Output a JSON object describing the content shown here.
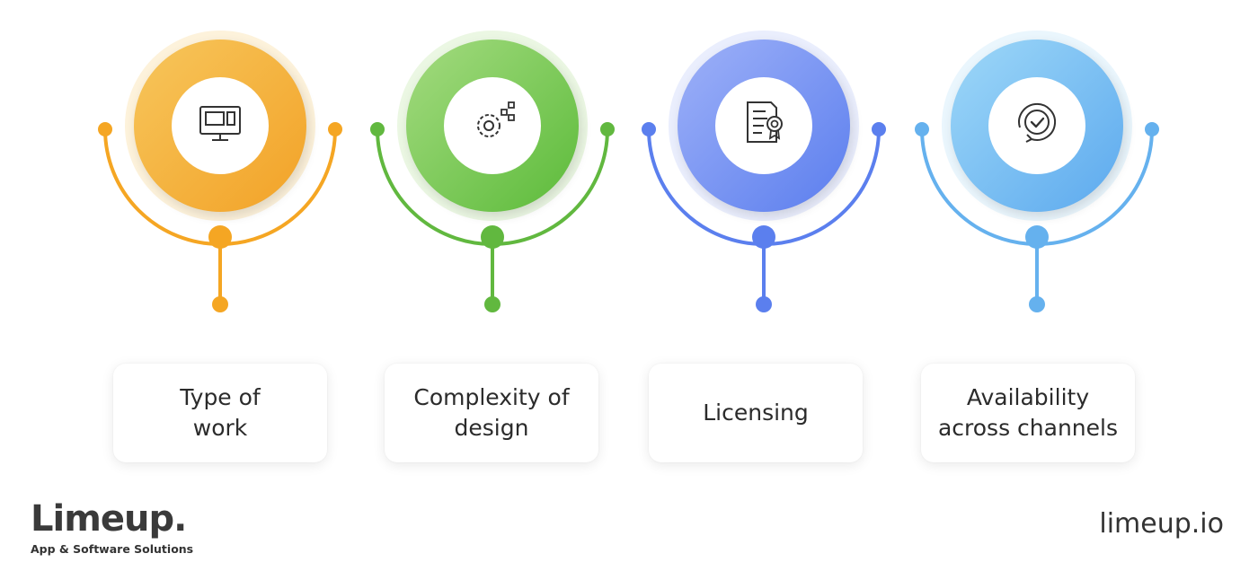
{
  "items": [
    {
      "label": "Type of\nwork",
      "icon": "monitor-icon",
      "color": "#F5A623",
      "grad_from": "#F7C65C",
      "grad_to": "#F2A227"
    },
    {
      "label": "Complexity of\ndesign",
      "icon": "gear-cubes-icon",
      "color": "#61B83F",
      "grad_from": "#A4DB80",
      "grad_to": "#5CBB3A"
    },
    {
      "label": "Licensing",
      "icon": "certificate-icon",
      "color": "#5B7FEE",
      "grad_from": "#9EB1F8",
      "grad_to": "#5B7EEE"
    },
    {
      "label": "Availability\nacross channels",
      "icon": "check-cycle-icon",
      "color": "#65B1EE",
      "grad_from": "#9ED8F8",
      "grad_to": "#5CA9EE"
    }
  ],
  "brand": {
    "name": "Limeup.",
    "tagline": "App & Software Solutions",
    "site": "limeup.io"
  }
}
